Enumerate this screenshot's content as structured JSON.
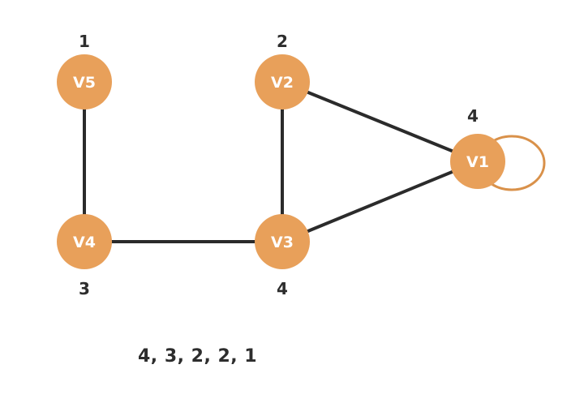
{
  "colors": {
    "node_fill": "#e8a05a",
    "edge": "#2b2b2b",
    "loop": "#d9914a",
    "text": "#2d2d2d"
  },
  "graph": {
    "nodes": [
      {
        "id": "V5",
        "label": "V5",
        "degree": "1"
      },
      {
        "id": "V2",
        "label": "V2",
        "degree": "2"
      },
      {
        "id": "V1",
        "label": "V1",
        "degree": "4"
      },
      {
        "id": "V4",
        "label": "V4",
        "degree": "3"
      },
      {
        "id": "V3",
        "label": "V3",
        "degree": "4"
      }
    ],
    "edges": [
      {
        "from": "V5",
        "to": "V4"
      },
      {
        "from": "V4",
        "to": "V3"
      },
      {
        "from": "V2",
        "to": "V3"
      },
      {
        "from": "V2",
        "to": "V1"
      },
      {
        "from": "V3",
        "to": "V1"
      },
      {
        "from": "V1",
        "to": "V1",
        "loop": true
      }
    ]
  },
  "degree_sequence": "4, 3, 2, 2, 1"
}
